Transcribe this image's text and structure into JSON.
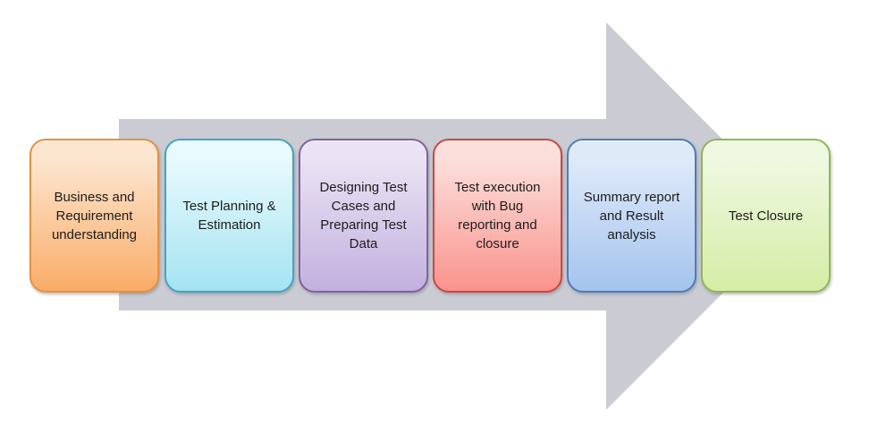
{
  "diagram": {
    "kind": "process-flow-arrow",
    "background_color": "#FFFFFF",
    "text_color": "#1C1C1C",
    "arrow": {
      "shape": "right-arrow",
      "color": "#CACBD3"
    },
    "stages": [
      {
        "id": "business-requirement-understanding",
        "label": "Business and\nRequirement\nunderstanding",
        "fill_top": "#FDE6D0",
        "fill_bottom": "#F9AC67",
        "border_color": "#E88F3D"
      },
      {
        "id": "test-planning-estimation",
        "label": "Test Planning &\nEstimation",
        "fill_top": "#E8FAFD",
        "fill_bottom": "#A4E3F1",
        "border_color": "#41A5C4"
      },
      {
        "id": "designing-test-cases-preparing-test-data",
        "label": "Designing Test\nCases and\nPreparing Test\nData",
        "fill_top": "#E9E3F3",
        "fill_bottom": "#C2B0DF",
        "border_color": "#7E62A1"
      },
      {
        "id": "test-execution-bug-reporting-closure",
        "label": "Test execution\nwith Bug\nreporting and\nclosure",
        "fill_top": "#FCDFDB",
        "fill_bottom": "#FA938C",
        "border_color": "#CC4640"
      },
      {
        "id": "summary-report-result-analysis",
        "label": "Summary report\nand Result\nanalysis",
        "fill_top": "#DFEAF9",
        "fill_bottom": "#A4C3EE",
        "border_color": "#4A7EBB"
      },
      {
        "id": "test-closure",
        "label": "Test Closure",
        "fill_top": "#EFF8E1",
        "fill_bottom": "#D5EDA5",
        "border_color": "#8FB751"
      }
    ]
  }
}
